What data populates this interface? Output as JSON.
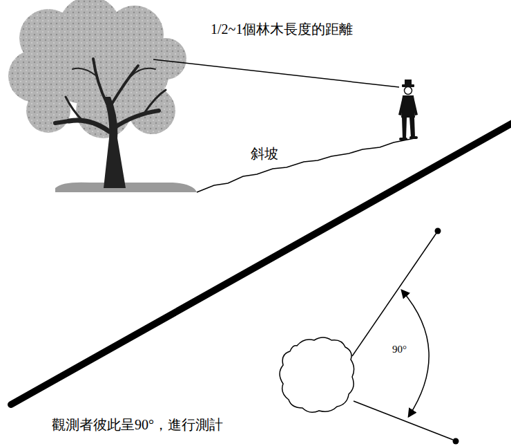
{
  "diagram": {
    "caption": "觀測者彼此呈90°，進行測計",
    "labels": [
      "1/2~1個林木長度的距離",
      "斜坡",
      "90°"
    ]
  }
}
